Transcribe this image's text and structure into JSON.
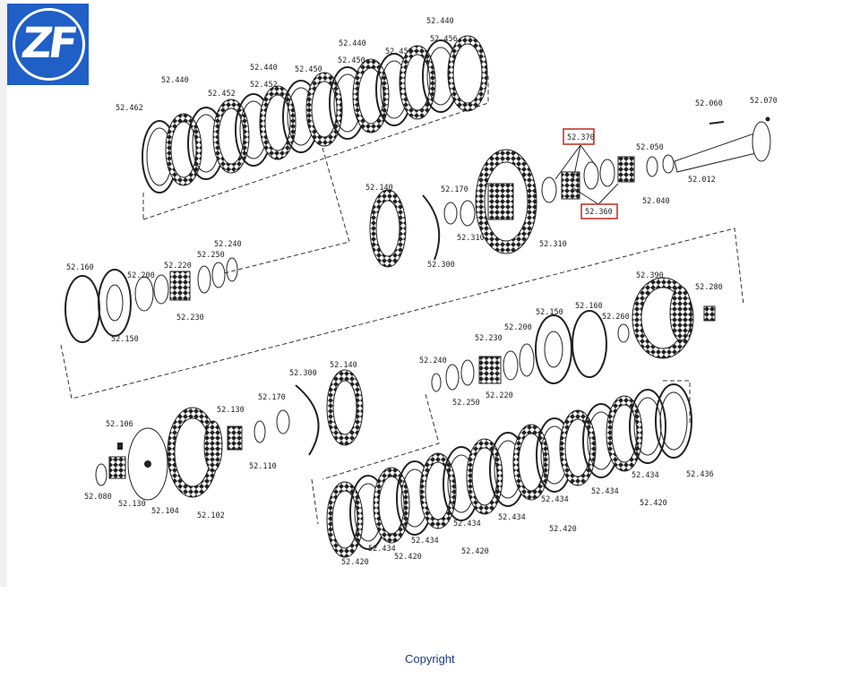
{
  "logo": {
    "text": "ZF",
    "color": "#1f5fc6"
  },
  "highlight_color": "#c0392b",
  "parts": [
    {
      "id": "p1",
      "label": "52.440"
    },
    {
      "id": "p2",
      "label": "52.456"
    },
    {
      "id": "p3",
      "label": "52.440"
    },
    {
      "id": "p4",
      "label": "52.450"
    },
    {
      "id": "p5",
      "label": "52.450"
    },
    {
      "id": "p6",
      "label": "52.440"
    },
    {
      "id": "p7",
      "label": "52.450"
    },
    {
      "id": "p8",
      "label": "52.452"
    },
    {
      "id": "p9",
      "label": "52.440"
    },
    {
      "id": "p10",
      "label": "52.452"
    },
    {
      "id": "p11",
      "label": "52.462"
    },
    {
      "id": "p12",
      "label": "52.370"
    },
    {
      "id": "p13",
      "label": "52.360"
    },
    {
      "id": "p14",
      "label": "52.050"
    },
    {
      "id": "p15",
      "label": "52.040"
    },
    {
      "id": "p16",
      "label": "52.060"
    },
    {
      "id": "p17",
      "label": "52.070"
    },
    {
      "id": "p18",
      "label": "52.012"
    },
    {
      "id": "p19",
      "label": "52.140"
    },
    {
      "id": "p20",
      "label": "52.170"
    },
    {
      "id": "p21",
      "label": "52.310"
    },
    {
      "id": "p22",
      "label": "52.300"
    },
    {
      "id": "p23",
      "label": "52.310"
    },
    {
      "id": "p24",
      "label": "52.240"
    },
    {
      "id": "p25",
      "label": "52.250"
    },
    {
      "id": "p26",
      "label": "52.220"
    },
    {
      "id": "p27",
      "label": "52.200"
    },
    {
      "id": "p28",
      "label": "52.160"
    },
    {
      "id": "p29",
      "label": "52.150"
    },
    {
      "id": "p30",
      "label": "52.230"
    },
    {
      "id": "p31",
      "label": "52.390"
    },
    {
      "id": "p32",
      "label": "52.280"
    },
    {
      "id": "p33",
      "label": "52.160"
    },
    {
      "id": "p34",
      "label": "52.260"
    },
    {
      "id": "p35",
      "label": "52.150"
    },
    {
      "id": "p36",
      "label": "52.200"
    },
    {
      "id": "p37",
      "label": "52.230"
    },
    {
      "id": "p38",
      "label": "52.240"
    },
    {
      "id": "p39",
      "label": "52.220"
    },
    {
      "id": "p40",
      "label": "52.250"
    },
    {
      "id": "p41",
      "label": "52.300"
    },
    {
      "id": "p42",
      "label": "52.140"
    },
    {
      "id": "p43",
      "label": "52.170"
    },
    {
      "id": "p44",
      "label": "52.130"
    },
    {
      "id": "p45",
      "label": "52.110"
    },
    {
      "id": "p46",
      "label": "52.106"
    },
    {
      "id": "p47",
      "label": "52.080"
    },
    {
      "id": "p48",
      "label": "52.130"
    },
    {
      "id": "p49",
      "label": "52.104"
    },
    {
      "id": "p50",
      "label": "52.102"
    },
    {
      "id": "p51",
      "label": "52.436"
    },
    {
      "id": "p52",
      "label": "52.434"
    },
    {
      "id": "p53",
      "label": "52.420"
    },
    {
      "id": "p54",
      "label": "52.434"
    },
    {
      "id": "p55",
      "label": "52.434"
    },
    {
      "id": "p56",
      "label": "52.420"
    },
    {
      "id": "p57",
      "label": "52.434"
    },
    {
      "id": "p58",
      "label": "52.434"
    },
    {
      "id": "p59",
      "label": "52.420"
    },
    {
      "id": "p60",
      "label": "52.434"
    },
    {
      "id": "p61",
      "label": "52.420"
    },
    {
      "id": "p62",
      "label": "52.434"
    },
    {
      "id": "p63",
      "label": "52.420"
    }
  ],
  "footer": {
    "copyright": "Copyright"
  }
}
